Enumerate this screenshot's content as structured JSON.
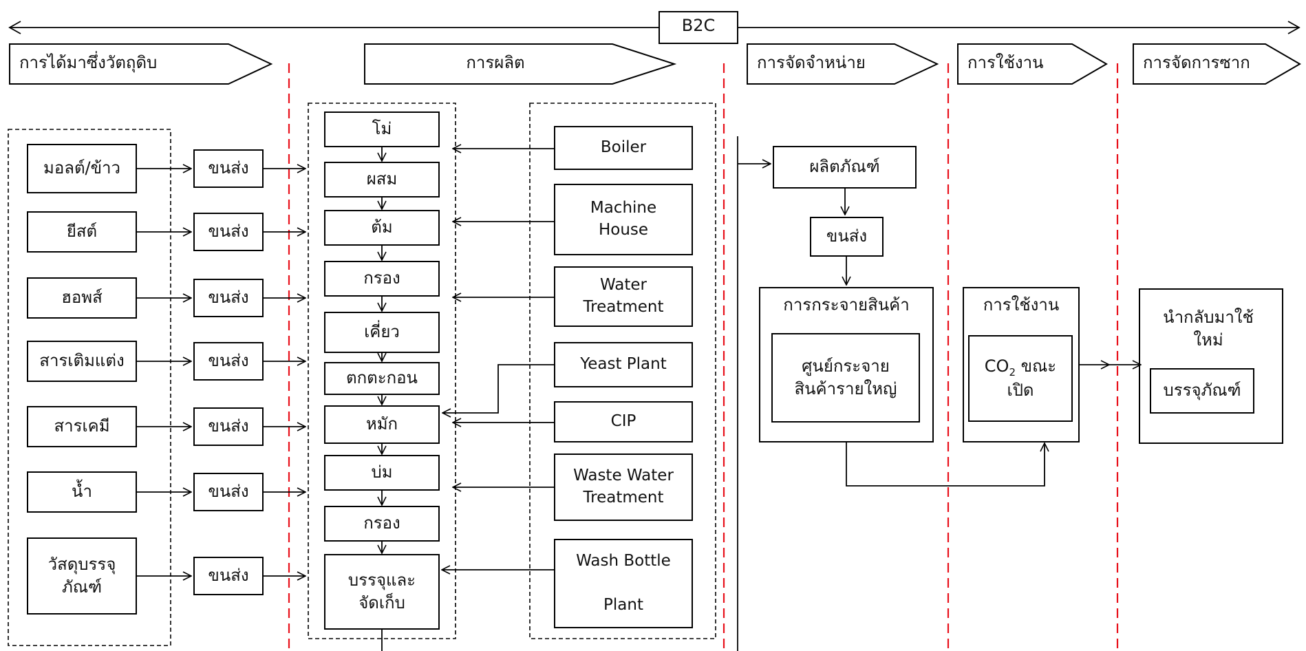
{
  "b2c": "B2C",
  "stages": {
    "raw": "การได้มาซึ่งวัตถุดิบ",
    "production": "การผลิต",
    "distribution": "การจัดจำหน่าย",
    "use": "การใช้งาน",
    "disposal": "การจัดการซาก"
  },
  "raw_materials": [
    "มอลต์/ข้าว",
    "ยีสต์",
    "ฮอพส์",
    "สารเติมแต่ง",
    "สารเคมี",
    "น้ำ",
    "วัสดุบรรจุ\nภัณฑ์"
  ],
  "transport": "ขนส่ง",
  "process_steps": [
    "โม่",
    "ผสม",
    "ต้ม",
    "กรอง",
    "เคี่ยว",
    "ตกตะกอน",
    "หมัก",
    "บ่ม",
    "กรอง",
    "บรรจุและ\nจัดเก็บ"
  ],
  "utilities": [
    "Boiler",
    "Machine\nHouse",
    "Water\nTreatment",
    "Yeast Plant",
    "CIP",
    "Waste Water\nTreatment",
    "Wash Bottle\n\nPlant"
  ],
  "distribution": {
    "product": "ผลิตภัณฑ์",
    "transport": "ขนส่ง",
    "dist_title": "การกระจายสินค้า",
    "dist_center": "ศูนย์กระจาย\nสินค้ารายใหญ่"
  },
  "use": {
    "title": "การใช้งาน",
    "co2_prefix": "CO",
    "co2_sub": "2",
    "co2_suffix": " ขณะ",
    "co2_line2": "เปิด"
  },
  "disposal": {
    "title": "นำกลับมาใช้\nใหม่",
    "packaging": "บรรจุภัณฑ์"
  },
  "colors": {
    "line": "#000000",
    "divider": "#e8101a",
    "box": "#ffffff"
  }
}
